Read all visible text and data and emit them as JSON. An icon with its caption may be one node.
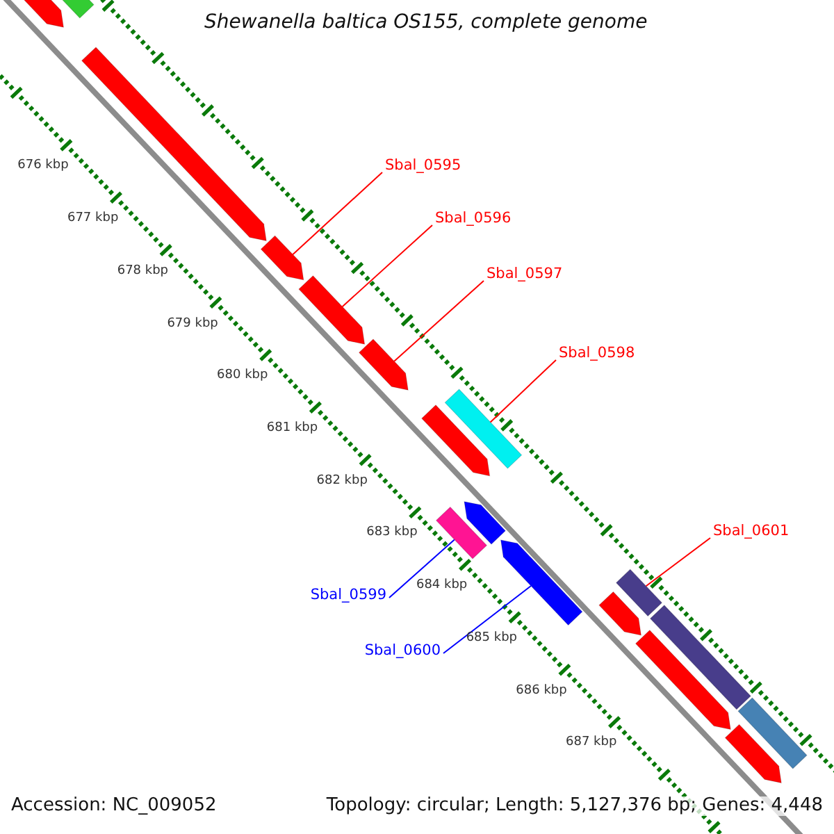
{
  "diagram": {
    "title": "Shewanella baltica OS155, complete genome",
    "nodes": [
      {
        "text": [
          "Sbal_0595"
        ]
      },
      {
        "text": [
          "Sbal_0596"
        ]
      },
      {
        "text": [
          "Sbal_0597"
        ]
      },
      {
        "text": [
          "Sbal_0598"
        ]
      },
      {
        "text": [
          "Sbal_0601"
        ]
      },
      {
        "text": [
          "Sbal_0599"
        ]
      },
      {
        "text": [
          "Sbal_0600"
        ]
      },
      {
        "text": [],
        "shape": "arrow"
      },
      {
        "text": [],
        "shape": "box"
      },
      {
        "text": [],
        "shape": "arrow"
      },
      {
        "text": [],
        "shape": "arrow"
      },
      {
        "text": [],
        "shape": "arrow"
      },
      {
        "text": [],
        "shape": "arrow"
      },
      {
        "text": [],
        "shape": "arrow"
      },
      {
        "text": [],
        "shape": "box"
      },
      {
        "text": [],
        "shape": "box"
      },
      {
        "text": [],
        "shape": "arrow"
      },
      {
        "text": [],
        "shape": "arrow"
      },
      {
        "text": [],
        "shape": "box"
      },
      {
        "text": [],
        "shape": "arrow"
      },
      {
        "text": [],
        "shape": "box"
      },
      {
        "text": [],
        "shape": "arrow"
      },
      {
        "text": [],
        "shape": "box"
      },
      {
        "text": [],
        "shape": "arrow"
      }
    ],
    "edges": [
      {
        "from": 0,
        "to": 10,
        "arrow": "none"
      },
      {
        "from": 1,
        "to": 11,
        "arrow": "none"
      },
      {
        "from": 2,
        "to": 12,
        "arrow": "none"
      },
      {
        "from": 3,
        "to": 14,
        "arrow": "none"
      },
      {
        "from": 4,
        "to": 18,
        "arrow": "none"
      },
      {
        "from": 5,
        "to": 15,
        "arrow": "none",
        "color": "#0000ff"
      },
      {
        "from": 6,
        "to": 17,
        "arrow": "none",
        "color": "#0000ff"
      }
    ],
    "labels": [
      "676 kbp",
      "677 kbp",
      "678 kbp",
      "679 kbp",
      "680 kbp",
      "681 kbp",
      "682 kbp",
      "683 kbp",
      "684 kbp",
      "685 kbp",
      "686 kbp",
      "687 kbp",
      "Accession: NC_009052",
      "Topology: circular; Length: 5,127,376 bp; Genes: 4,448"
    ]
  }
}
